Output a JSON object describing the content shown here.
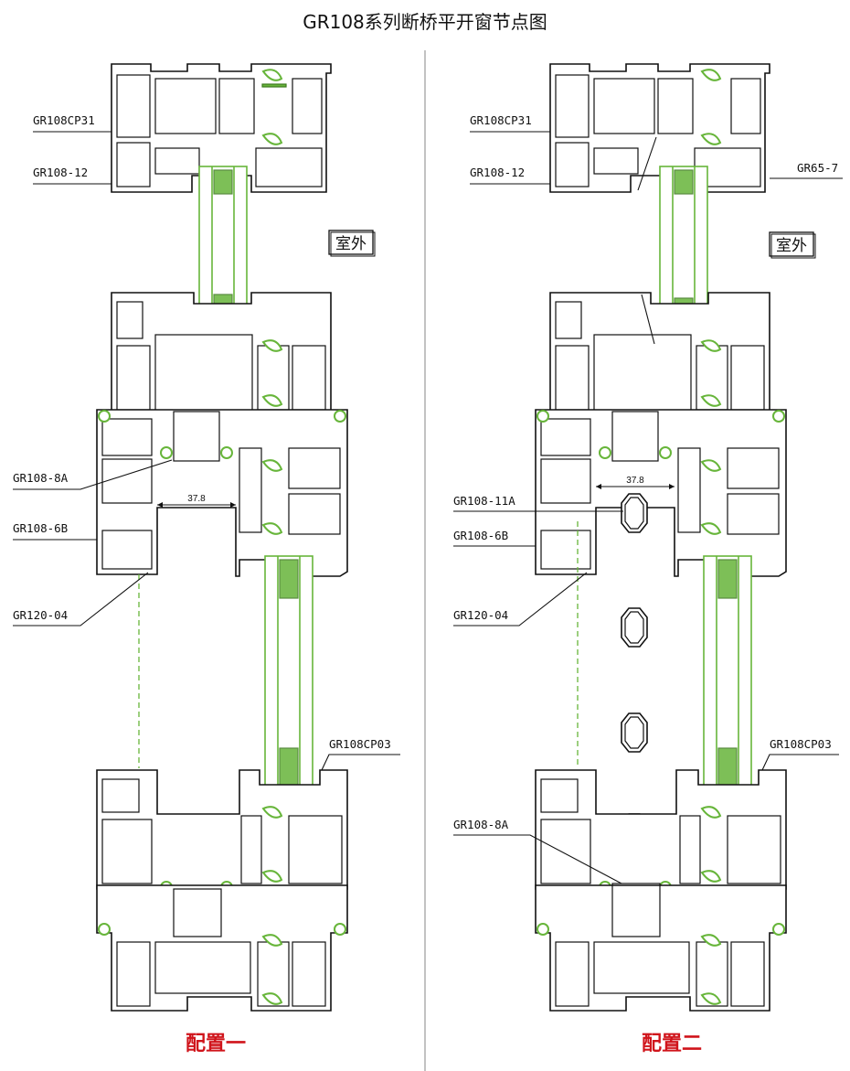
{
  "title": "GR108系列断桥平开窗节点图",
  "outside_label": "室外",
  "dimension": "37.8",
  "config1": {
    "caption": "配置一",
    "labels": {
      "gr108cp31": "GR108CP31",
      "gr108_12": "GR108-12",
      "gr108_8a": "GR108-8A",
      "gr108_6b": "GR108-6B",
      "gr120_04": "GR120-04",
      "gr108cp03": "GR108CP03"
    }
  },
  "config2": {
    "caption": "配置二",
    "labels": {
      "gr108cp31": "GR108CP31",
      "gr108_12": "GR108-12",
      "gr65_7": "GR65-7",
      "gr108_11a": "GR108-11A",
      "gr108_6b": "GR108-6B",
      "gr120_04": "GR120-04",
      "gr108cp03": "GR108CP03",
      "gr108_8a": "GR108-8A"
    }
  },
  "colors": {
    "gasket": "#67b53a",
    "caption": "#d0141b",
    "line": "#111111"
  }
}
